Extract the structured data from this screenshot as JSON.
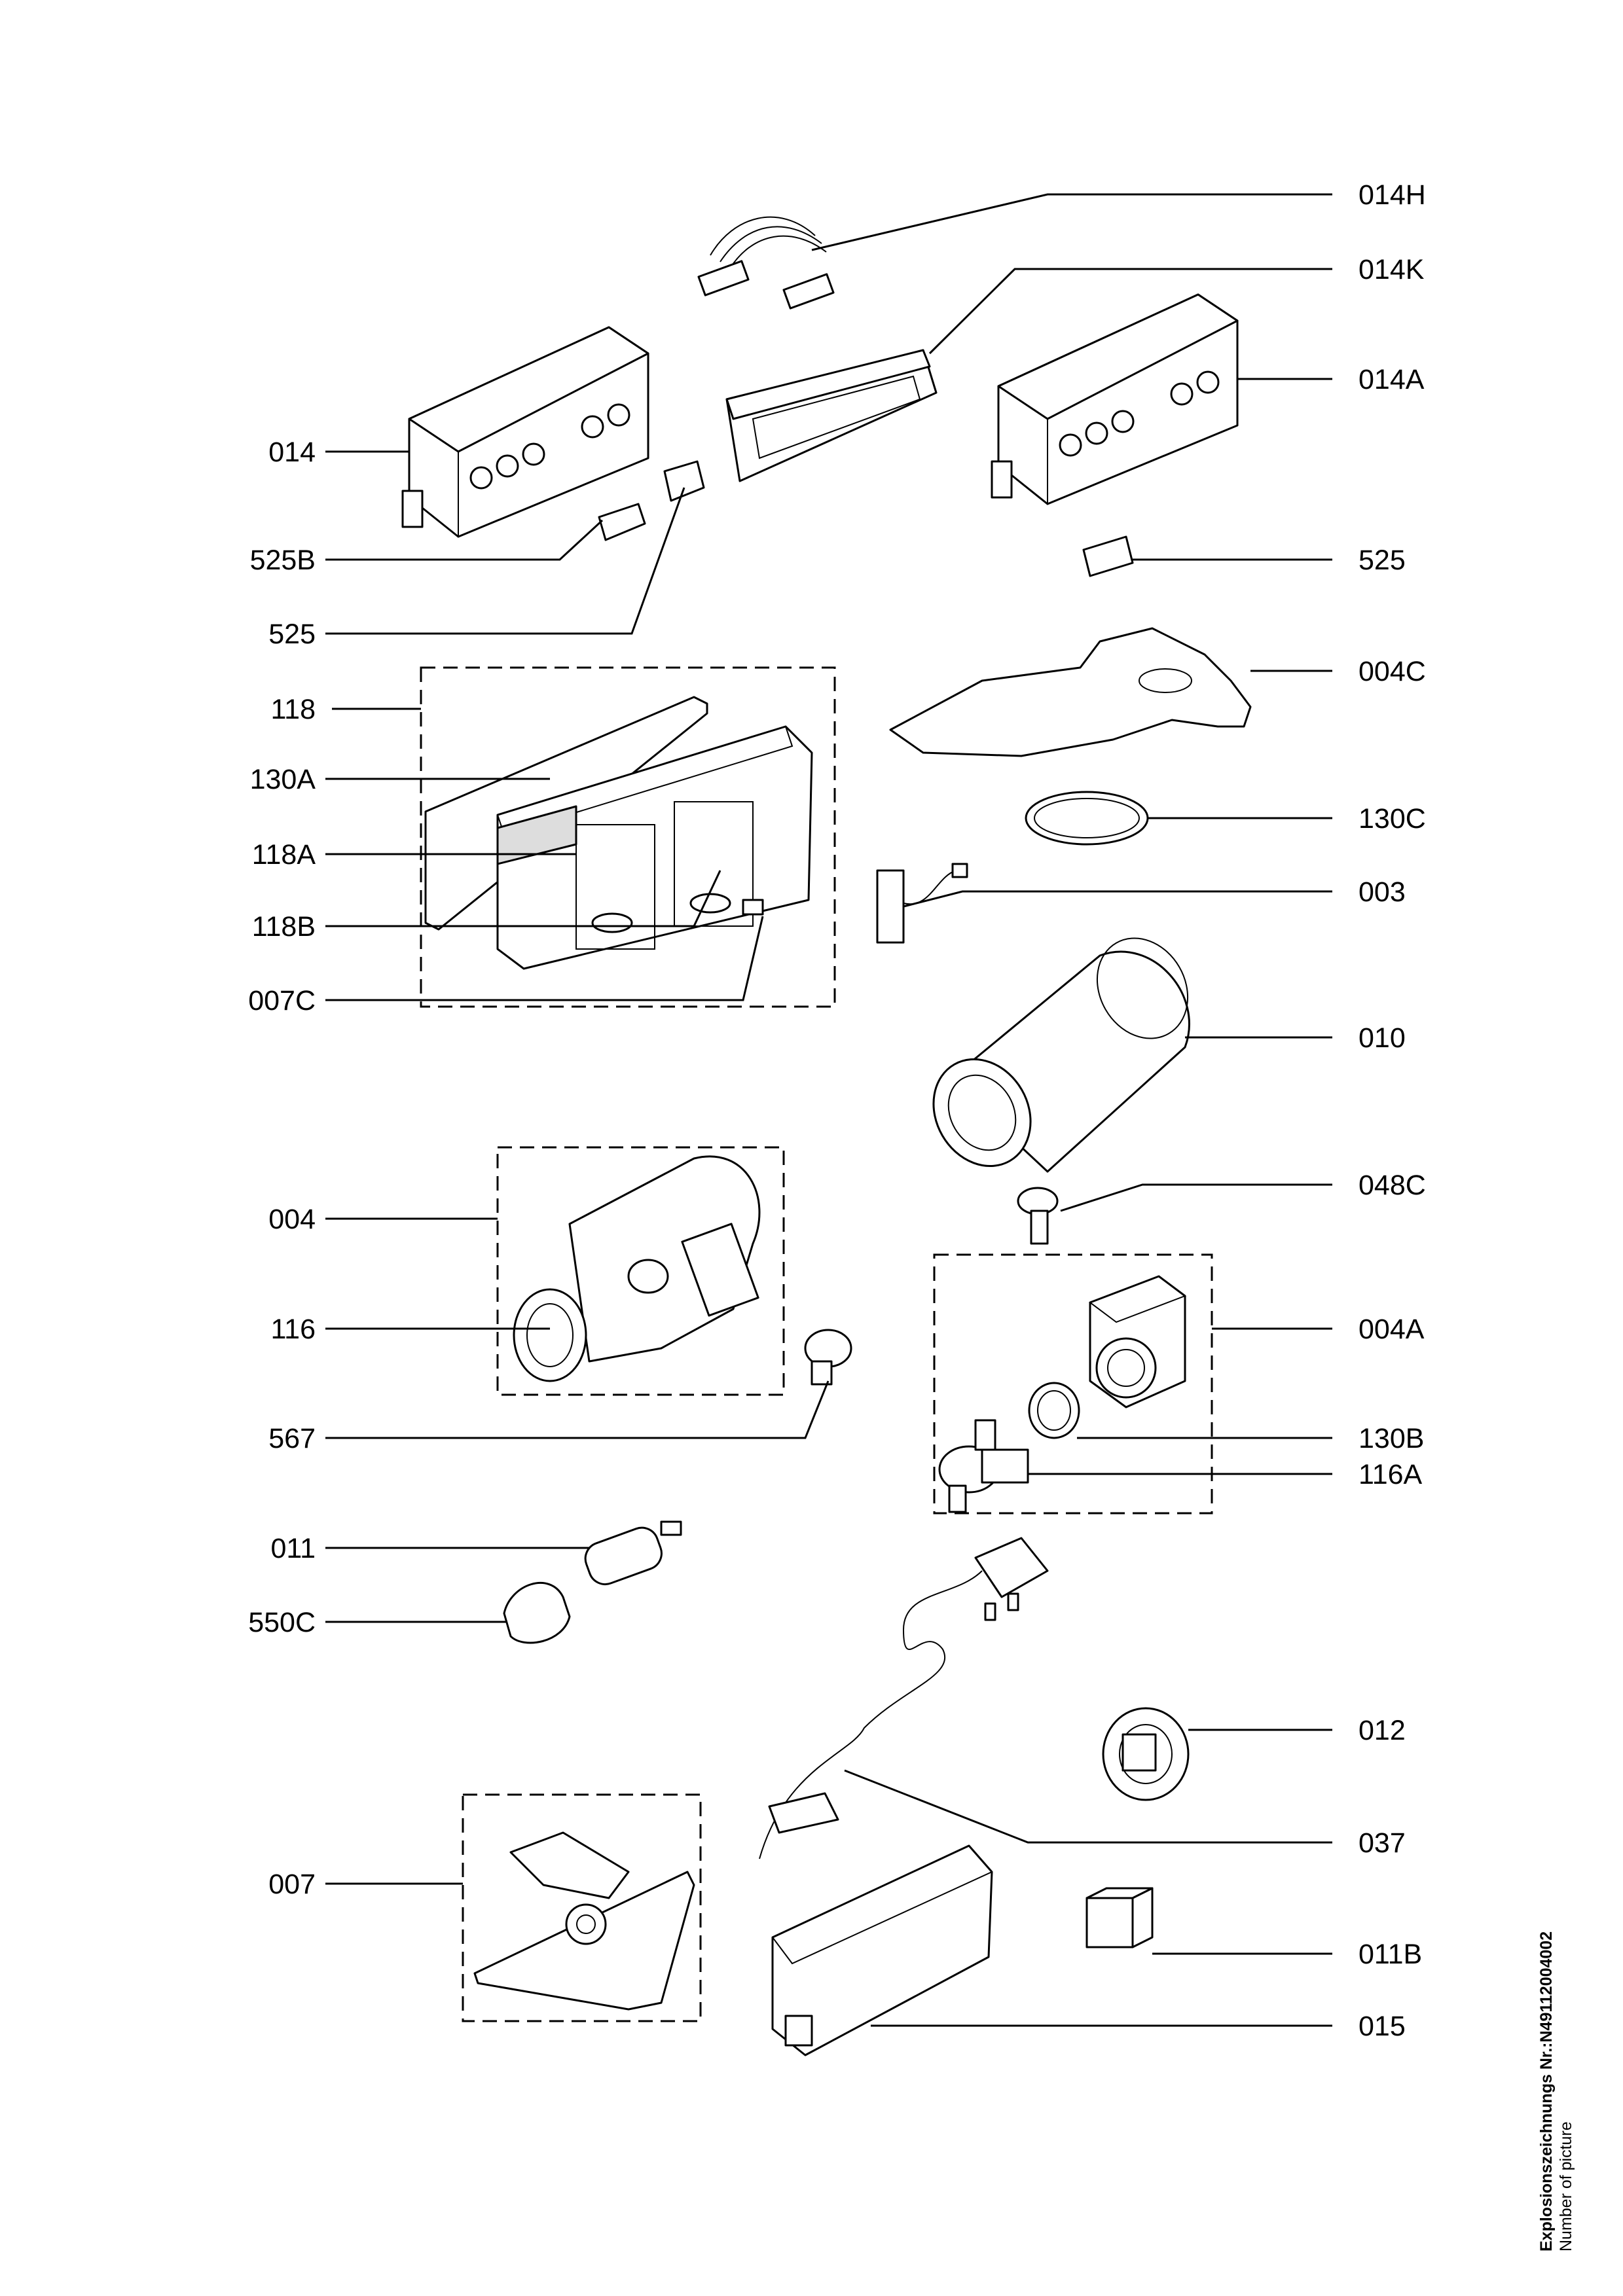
{
  "footer": {
    "drawing_number": "Explosionszeichnungs Nr.:N49112004002",
    "picture_caption": "Number of picture"
  },
  "labels": {
    "p014H": "014H",
    "p014K": "014K",
    "p014A": "014A",
    "p014": "014",
    "p525B": "525B",
    "p525_left": "525",
    "p525_right": "525",
    "p004C": "004C",
    "p118": "118",
    "p130A": "130A",
    "p130C": "130C",
    "p118A": "118A",
    "p003": "003",
    "p118B": "118B",
    "p007C": "007C",
    "p010": "010",
    "p048C": "048C",
    "p004": "004",
    "p116": "116",
    "p004A": "004A",
    "p567": "567",
    "p130B": "130B",
    "p116A": "116A",
    "p011": "011",
    "p550C": "550C",
    "p012": "012",
    "p037": "037",
    "p007": "007",
    "p011B": "011B",
    "p015": "015"
  }
}
